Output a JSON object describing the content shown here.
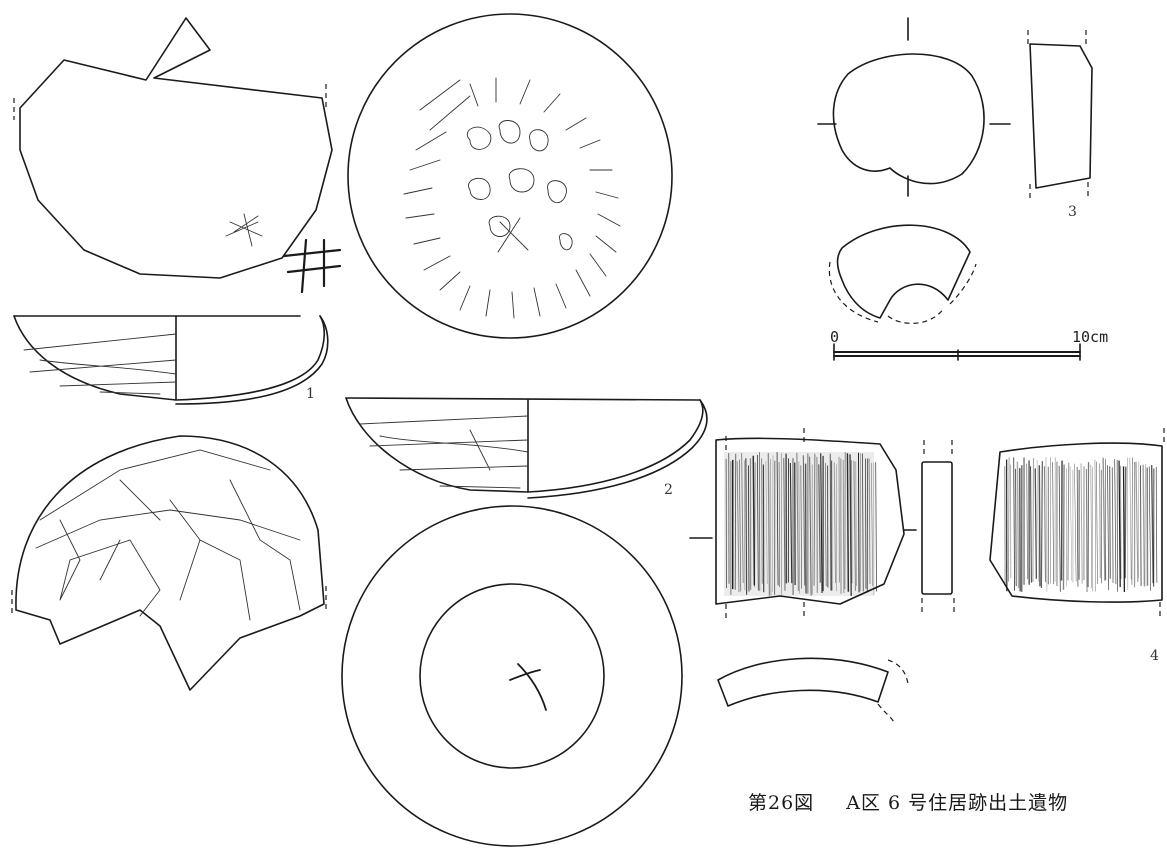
{
  "figure": {
    "caption_number": "第26図",
    "caption_title": "A区 6 号住居跡出土遺物"
  },
  "artifacts": [
    {
      "id": "1",
      "label": "1"
    },
    {
      "id": "2",
      "label": "2"
    },
    {
      "id": "3",
      "label": "3"
    },
    {
      "id": "4",
      "label": "4"
    }
  ],
  "scale_bar": {
    "start_label": "0",
    "end_label": "10cm"
  },
  "marks": {
    "incised_mark_1": "井"
  },
  "colors": {
    "line": "#1a1a1a",
    "background": "#ffffff"
  }
}
